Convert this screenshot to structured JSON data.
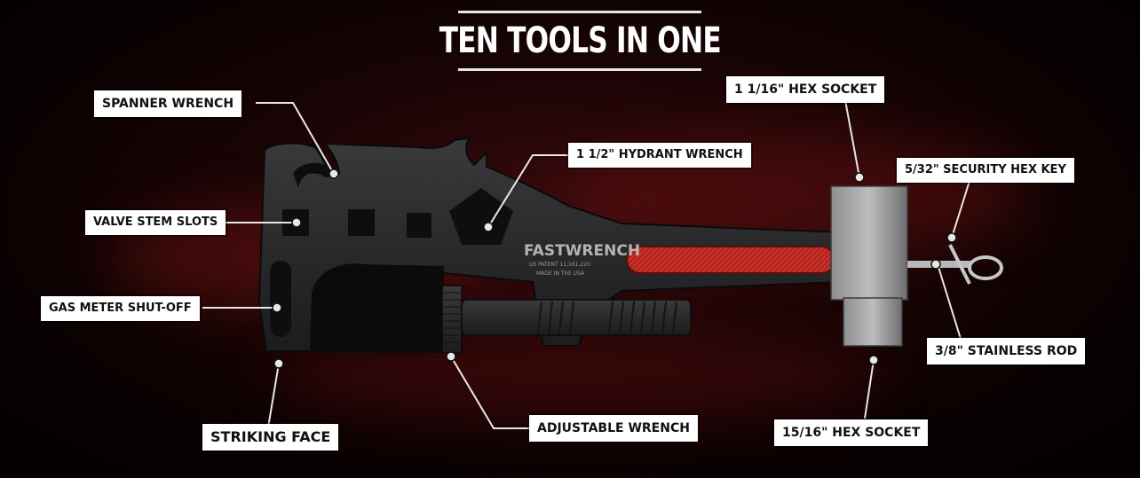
{
  "title": "TEN TOOLS IN ONE",
  "brand": {
    "logo": "FASTWRENCH",
    "patent": "US PATENT 11,161,220",
    "made_in": "MADE IN THE USA"
  },
  "callouts": {
    "spanner_wrench": "SPANNER WRENCH",
    "valve_stem_slots": "VALVE STEM SLOTS",
    "gas_meter_shutoff": "GAS METER SHUT-OFF",
    "striking_face": "STRIKING FACE",
    "hydrant_wrench": "1 1/2\" HYDRANT WRENCH",
    "adjustable_wrench": "ADJUSTABLE WRENCH",
    "hex_socket_1_1_16": "1 1/16\" HEX SOCKET",
    "security_hex_key": "5/32\" SECURITY HEX KEY",
    "stainless_rod": "3/8\" STAINLESS ROD",
    "hex_socket_15_16": "15/16\" HEX SOCKET"
  },
  "colors": {
    "background": "#150304",
    "tool_body": "#2a2a2c",
    "accent_red": "#c0281e",
    "callout_bg": "#ffffff",
    "leader_line": "#e8e8e8"
  }
}
